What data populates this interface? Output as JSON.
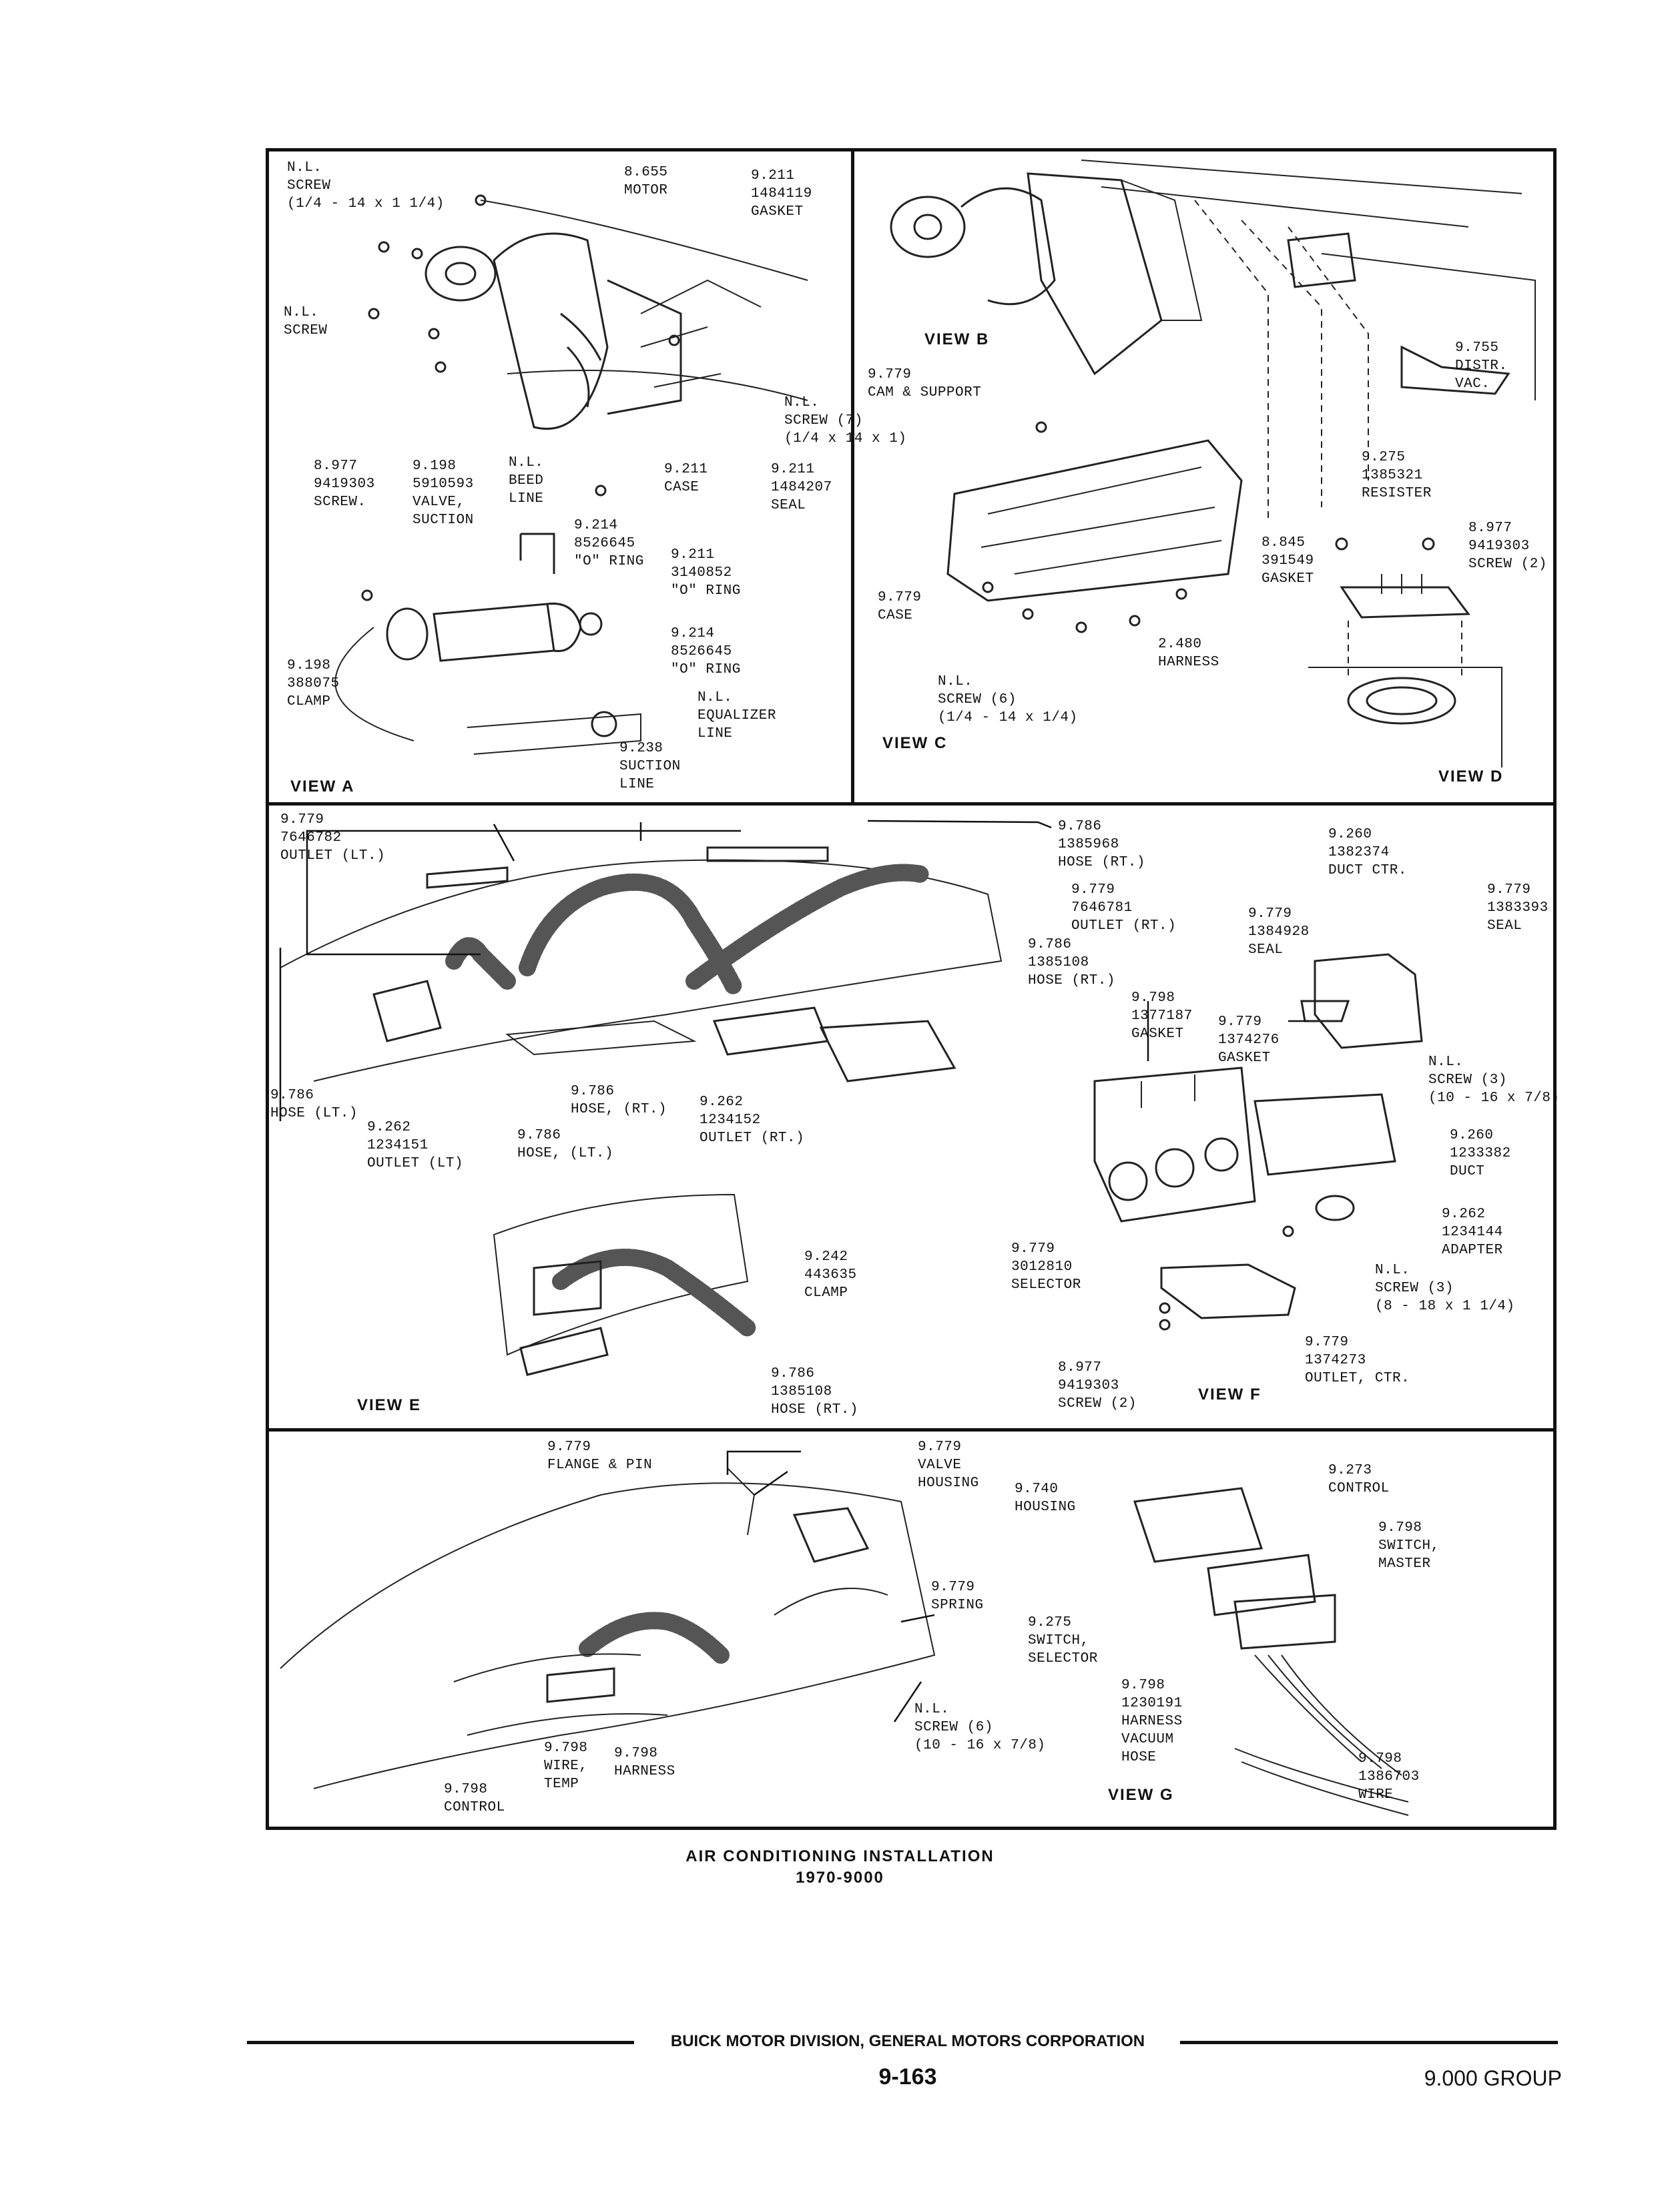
{
  "panels": {
    "view_a": {
      "view": "VIEW A",
      "labels": [
        "N.L.\nSCREW\n(1/4 - 14 x 1 1/4)",
        "8.655\nMOTOR",
        "9.211\n1484119\nGASKET",
        "N.L.\nSCREW",
        "N.L.\nSCREW (7)\n(1/4 x 14 x 1)",
        "8.977\n9419303\nSCREW.",
        "9.198\n5910593\nVALVE,\nSUCTION",
        "N.L.\nBEED\nLINE",
        "9.211\nCASE",
        "9.211\n1484207\nSEAL",
        "9.214\n8526645\n\"O\" RING",
        "9.211\n3140852\n\"O\" RING",
        "9.214\n8526645\n\"O\" RING",
        "9.198\n388075\nCLAMP",
        "N.L.\nEQUALIZER\nLINE",
        "9.238\nSUCTION\nLINE"
      ]
    },
    "view_b": {
      "view": "VIEW B",
      "labels": [
        "9.755\nDISTR.\nVAC.",
        "9.779\nCAM & SUPPORT"
      ]
    },
    "view_c": {
      "view": "VIEW C",
      "labels": [
        "8.845\n391549\nGASKET",
        "9.779\nCASE",
        "2.480\nHARNESS",
        "N.L.\nSCREW (6)\n(1/4 - 14 x 1/4)"
      ]
    },
    "view_d": {
      "view": "VIEW D",
      "labels": [
        "9.275\n1385321\nRESISTER",
        "8.977\n9419303\nSCREW (2)"
      ]
    },
    "view_e_main": {
      "labels": [
        "9.779\n7646782\nOUTLET (LT.)",
        "9.786\n1385968\nHOSE (RT.)",
        "9.779\n7646781\nOUTLET (RT.)",
        "9.786\n1385108\nHOSE (RT.)",
        "9.786\nHOSE (LT.)",
        "9.262\n1234151\nOUTLET (LT)",
        "9.786\nHOSE, (LT.)",
        "9.786\nHOSE, (RT.)",
        "9.262\n1234152\nOUTLET (RT.)"
      ]
    },
    "view_e": {
      "view": "VIEW E",
      "labels": [
        "9.242\n443635\nCLAMP",
        "9.786\n1385108\nHOSE (RT.)"
      ]
    },
    "view_f": {
      "view": "VIEW F",
      "labels": [
        "9.260\n1382374\nDUCT CTR.",
        "9.779\n1383393\nSEAL",
        "9.779\n1384928\nSEAL",
        "9.798\n1377187\nGASKET",
        "9.779\n1374276\nGASKET",
        "N.L.\nSCREW (3)\n(10 - 16 x 7/8)",
        "9.260\n1233382\nDUCT",
        "9.262\n1234144\nADAPTER",
        "9.779\n3012810\nSELECTOR",
        "N.L.\nSCREW (3)\n(8 - 18 x 1 1/4)",
        "9.779\n1374273\nOUTLET, CTR.",
        "8.977\n9419303\nSCREW (2)"
      ]
    },
    "view_g_main": {
      "labels": [
        "9.779\nFLANGE & PIN",
        "9.779\nVALVE\nHOUSING",
        "9.779\nSPRING",
        "N.L.\nSCREW (6)\n(10 - 16 x 7/8)",
        "9.798\nWIRE,\nTEMP",
        "9.798\nHARNESS",
        "9.798\nCONTROL"
      ]
    },
    "view_g": {
      "view": "VIEW G",
      "labels": [
        "9.740\nHOUSING",
        "9.273\nCONTROL",
        "9.798\nSWITCH,\nMASTER",
        "9.275\nSWITCH,\nSELECTOR",
        "9.798\n1230191\nHARNESS\nVACUUM\nHOSE",
        "9.798\n1386703\nWIRE"
      ]
    }
  },
  "caption": {
    "title": "AIR CONDITIONING INSTALLATION",
    "subtitle": "1970-9000"
  },
  "footer": {
    "division": "BUICK MOTOR DIVISION, GENERAL MOTORS CORPORATION",
    "page": "9-163",
    "group": "9.000 GROUP"
  }
}
